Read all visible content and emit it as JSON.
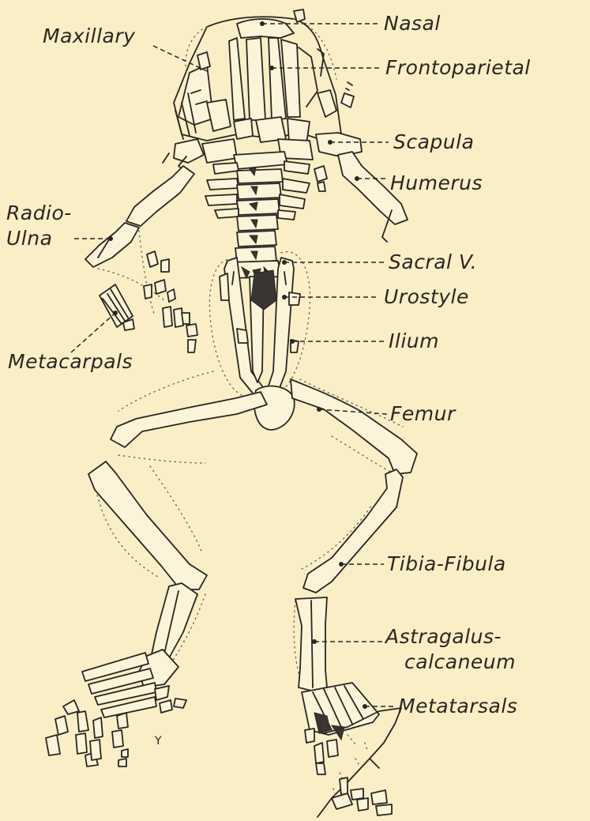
{
  "labels": {
    "nasal": "Nasal",
    "frontoparietal": "Frontoparietal",
    "maxillary": "Maxillary",
    "scapula": "Scapula",
    "humerus": "Humerus",
    "radio_ulna_line1": "Radio-",
    "radio_ulna_line2": "Ulna",
    "sacral_v": "Sacral V.",
    "urostyle": "Urostyle",
    "ilium": "Ilium",
    "metacarpals": "Metacarpals",
    "femur": "Femur",
    "tibia_fibula": "Tibia-Fibula",
    "astragalus_line1": "Astragalus-",
    "astragalus_line2": "calcaneum",
    "metatarsals": "Metatarsals",
    "specimen_mark": "Y"
  },
  "colors": {
    "background": "#f9eec6",
    "ink": "#2a2622",
    "bone": "#fbf4d8"
  }
}
